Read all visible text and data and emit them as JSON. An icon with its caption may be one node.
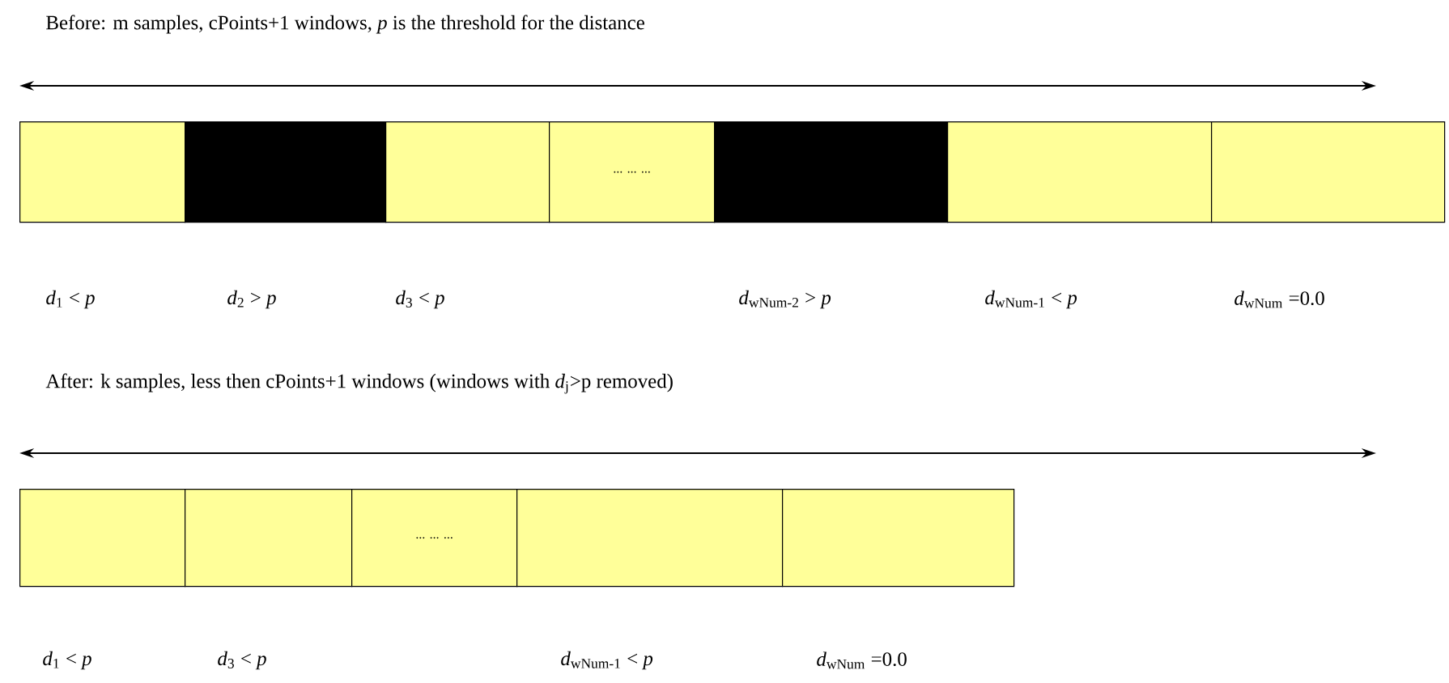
{
  "diagram": {
    "nodes": [
      {
        "text": [],
        "shape": "box",
        "beside": [
          "*d*$_{1}$ < *p*"
        ]
      },
      {
        "text": [],
        "shape": "box",
        "beside": [
          "*d*$_{2}$ > *p*"
        ]
      },
      {
        "text": [],
        "shape": "box",
        "beside": [
          "*d*$_{3}$ < *p*"
        ]
      },
      {
        "text": [
          "... ... ..."
        ]
      },
      {
        "text": [],
        "shape": "box",
        "beside": [
          "*d*$_{wNum-2}$ > *p*"
        ]
      },
      {
        "text": [],
        "shape": "box",
        "beside": [
          "*d*$_{wNum-1}$ < *p*"
        ]
      },
      {
        "text": [],
        "shape": "box",
        "beside": [
          "*d*$_{wNum}$ =0.0"
        ]
      },
      {
        "text": [],
        "shape": "box",
        "beside": [
          "*d*$_{1}$ < *p*"
        ]
      },
      {
        "text": [],
        "shape": "box",
        "beside": [
          "*d*$_{3}$ < *p*"
        ]
      },
      {
        "text": [
          "... ... ..."
        ]
      },
      {
        "text": [],
        "shape": "box",
        "beside": [
          "*d*$_{wNum-1}$ < *p*"
        ]
      },
      {
        "text": [],
        "shape": "box",
        "beside": [
          "*d*$_{wNum}$ =0.0"
        ]
      }
    ],
    "labels": [
      "Before: m samples, cPoints+1 windows, *p* is the threshold for the distance",
      "After: k samples, less then cPoints+1 windows (windows with *d*$_{j}$>p removed)"
    ]
  }
}
